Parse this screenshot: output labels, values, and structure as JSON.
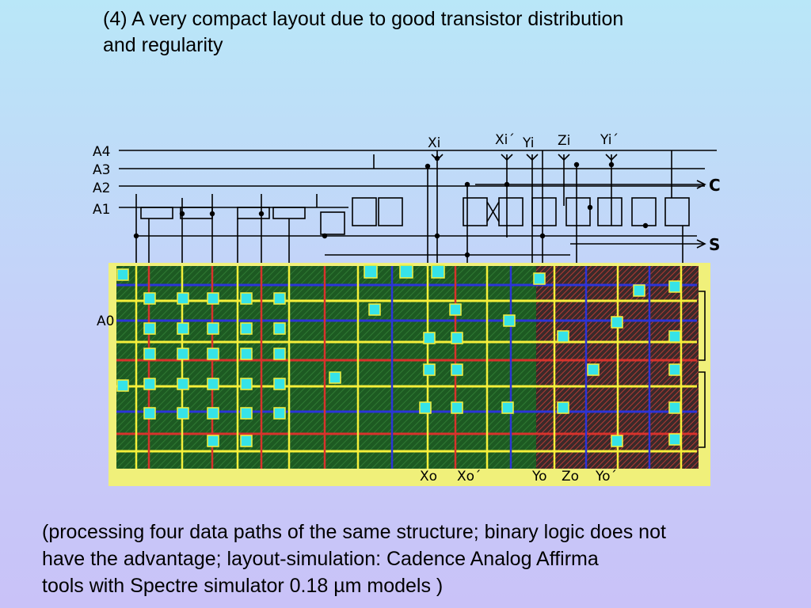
{
  "title": {
    "line1": "(4)  A very compact layout due to good transistor distribution",
    "line2": "and regularity"
  },
  "schematic": {
    "inputs": [
      "A4",
      "A3",
      "A2",
      "A1"
    ],
    "top_inputs": [
      "Xi",
      "Xi´",
      "Yi",
      "Zi",
      "Yi´"
    ],
    "outputs": [
      "C",
      "S"
    ]
  },
  "layout": {
    "side_label": "A0",
    "bottom_labels": [
      "Xo",
      "Xo´",
      "Yo",
      "Zo",
      "Yo´"
    ]
  },
  "caption": {
    "line1": "(processing four data paths of the same structure; binary logic does not",
    "line2": "have the advantage; layout-simulation: Cadence Analog Affirma",
    "line3": "tools with Spectre simulator 0.18 µm models )"
  },
  "colors": {
    "layout_border": "#f0f07a",
    "substrate": "#1d5a22",
    "metal_yellow": "#f5ef3a",
    "metal_blue": "#2c34d8",
    "poly_red": "#d8322c",
    "diffusion_cyan": "#36e3e8"
  }
}
